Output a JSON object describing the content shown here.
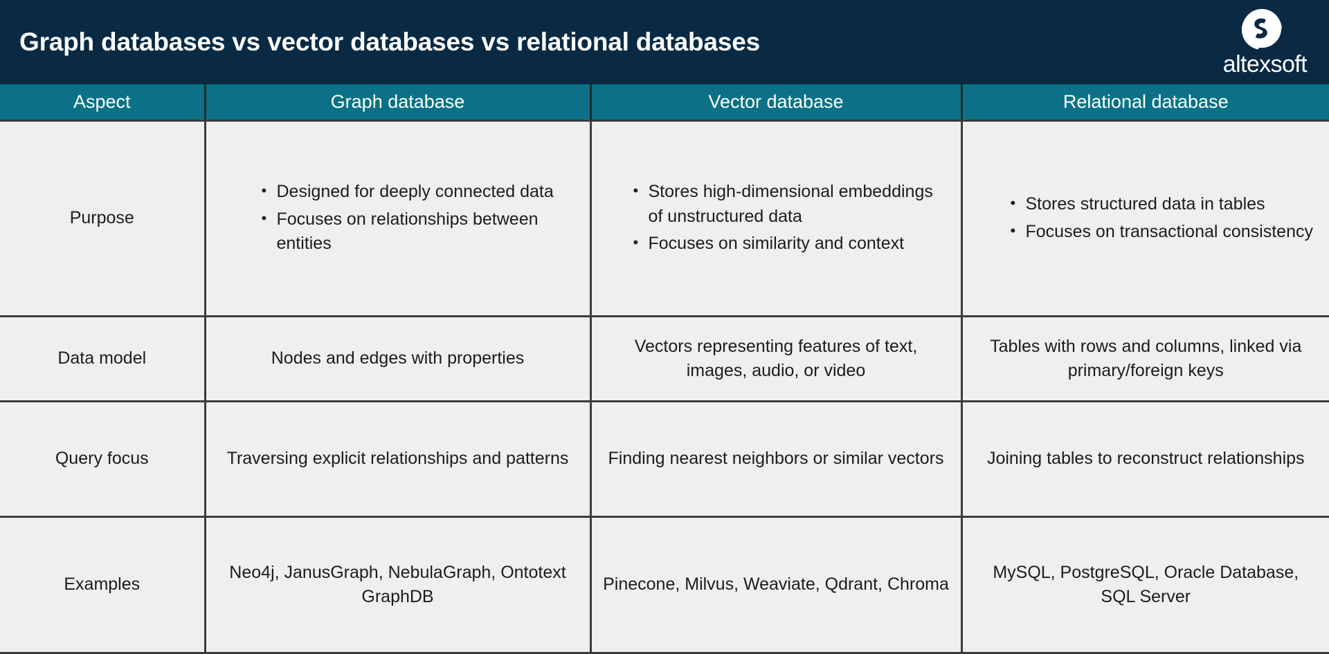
{
  "header": {
    "title": "Graph databases vs vector databases vs relational databases",
    "brand_name": "altexsoft",
    "brand_mark_icon": "altexsoft-speech-bubble-logo-icon",
    "bg_color": "#0a2a44",
    "text_color": "#ffffff"
  },
  "table": {
    "accent_color": "#0c7186",
    "cell_bg_color": "#efefef",
    "border_color": "#3b3b3b",
    "columns": [
      {
        "key": "aspect",
        "label": "Aspect"
      },
      {
        "key": "graph",
        "label": "Graph database"
      },
      {
        "key": "vector",
        "label": "Vector database"
      },
      {
        "key": "relational",
        "label": "Relational database"
      }
    ],
    "rows": [
      {
        "aspect": "Purpose",
        "graph_bullets": [
          "Designed for deeply connected data",
          "Focuses on relationships between entities"
        ],
        "vector_bullets": [
          "Stores high-dimensional embeddings of unstructured data",
          "Focuses on similarity and context"
        ],
        "relational_bullets": [
          "Stores structured data in tables",
          "Focuses on transactional consistency"
        ]
      },
      {
        "aspect": "Data model",
        "graph": "Nodes and edges with properties",
        "vector": "Vectors representing features of text, images, audio, or video",
        "relational": "Tables with rows and columns, linked via primary/foreign keys"
      },
      {
        "aspect": "Query focus",
        "graph": "Traversing explicit relationships and patterns",
        "vector": "Finding nearest neighbors or similar vectors",
        "relational": "Joining tables to reconstruct relationships"
      },
      {
        "aspect": "Examples",
        "graph": "Neo4j, JanusGraph, NebulaGraph, Ontotext GraphDB",
        "vector": "Pinecone, Milvus, Weaviate, Qdrant, Chroma",
        "relational": "MySQL, PostgreSQL, Oracle Database, SQL Server"
      }
    ]
  }
}
